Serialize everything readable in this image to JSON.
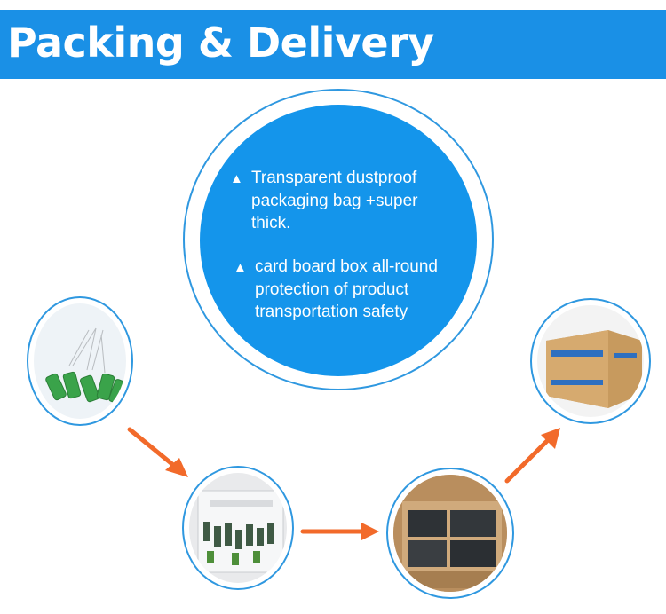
{
  "header": {
    "title": "Packing & Delivery"
  },
  "hero": {
    "bullet_symbol": "▲",
    "bullets": [
      {
        "lines": [
          "Transparent dustproof",
          "packaging bag +super",
          "thick."
        ]
      },
      {
        "lines": [
          "card board box all-round",
          "protection of product",
          "transportation safety"
        ]
      }
    ]
  },
  "colors": {
    "banner": "#1a90e6",
    "circle_fill": "#1495eb",
    "ring_stroke": "#2f98e0",
    "arrow": "#f26a2a"
  },
  "steps": [
    {
      "icon": "capacitors-photo"
    },
    {
      "icon": "bagged-capacitors-photo"
    },
    {
      "icon": "packed-carton-photo"
    },
    {
      "icon": "shipping-box-photo"
    }
  ]
}
